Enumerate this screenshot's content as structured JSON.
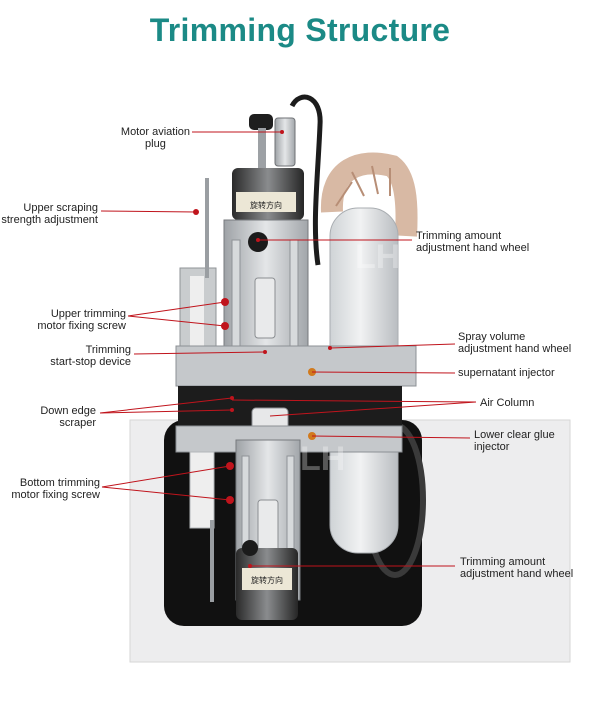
{
  "title": "Trimming Structure",
  "watermark": "LH",
  "plates": {
    "upper_plate": "旋转方向",
    "lower_plate": "旋转方向"
  },
  "colors": {
    "title": "#1b8a86",
    "leader": "#c0141c",
    "metal": "#b9bcc0",
    "dark": "#1e1e1e"
  },
  "labels": {
    "motor_aviation_plug": [
      "Motor aviation",
      "plug"
    ],
    "upper_scraping": [
      "Upper scraping",
      "strength adjustment"
    ],
    "upper_trimming_motor": [
      "Upper trimming",
      "motor fixing screw"
    ],
    "trimming_start_stop": [
      "Trimming",
      "start-stop device"
    ],
    "down_edge_scraper": [
      "Down edge",
      "scraper"
    ],
    "bottom_trimming_motor": [
      "Bottom trimming",
      "motor fixing screw"
    ],
    "trimming_amount_upper": [
      "Trimming amount",
      "adjustment hand wheel"
    ],
    "spray_volume": [
      "Spray volume",
      "adjustment hand wheel"
    ],
    "supernatant_injector": [
      "supernatant injector"
    ],
    "air_column": [
      "Air Column"
    ],
    "lower_clear_glue": [
      "Lower clear glue",
      "injector"
    ],
    "trimming_amount_lower": [
      "Trimming amount",
      "adjustment hand wheel"
    ]
  }
}
